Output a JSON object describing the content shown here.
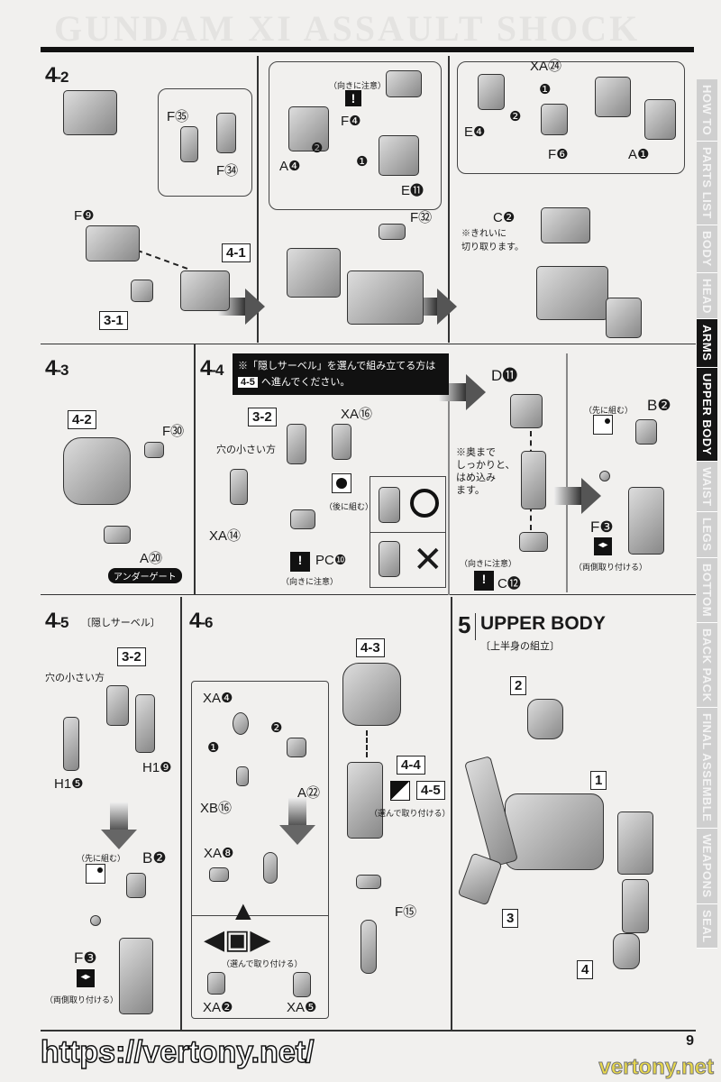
{
  "header_ghost": "GUNDAM XI ASSAULT SHOCK",
  "sidebar": {
    "tabs": [
      "HOW TO",
      "PARTS LIST",
      "BODY",
      "HEAD",
      "ARMS",
      "UPPER BODY",
      "WAIST",
      "LEGS",
      "BOTTOM",
      "BACK PACK",
      "FINAL ASSEMBLE",
      "WEAPONS",
      "SEAL"
    ],
    "active": [
      "ARMS",
      "UPPER BODY"
    ]
  },
  "page_number": "9",
  "watermark": "https://vertony.net/",
  "watermark_corner": "vertony.net",
  "s42": {
    "step": "4",
    "sub": "-2",
    "labels": {
      "f35": "F㉟",
      "f34": "F㉞",
      "f9": "F❾",
      "ref41": "4-1",
      "ref31": "3-1",
      "caution": "（向きに注意）",
      "f4": "F❹",
      "a4": "A❹",
      "e11": "E⓫",
      "f32": "F㉜",
      "xa24": "XA㉔",
      "e4": "E❹",
      "f6": "F❻",
      "a1": "A❶",
      "c2": "C❷",
      "c2note": "※きれいに\n切り取ります。",
      "n1": "❶",
      "n2": "❷"
    }
  },
  "s43": {
    "step": "4",
    "sub": "-3",
    "ref": "4-2",
    "f30": "F㉚",
    "a20": "A⑳",
    "undergate": "アンダーゲート"
  },
  "s44": {
    "step": "4",
    "sub": "-4",
    "notice_line1": "※「隠しサーベル」を選んで組み立てる方は",
    "notice_ref": "4-5",
    "notice_line2": "へ進んでください。",
    "ref32": "3-2",
    "small_hole": "穴の小さい方",
    "xa16": "XA⑯",
    "xa14": "XA⑭",
    "after": "（後に組む）",
    "pc10": "PC❿",
    "caution": "（向きに注意）",
    "d11": "D⓫",
    "push_note": "※奥まで\nしっかりと、\nはめ込み\nます。",
    "c12": "C⓬",
    "caution2": "（向きに注意）",
    "first": "（先に組む）",
    "b2": "B❷",
    "f3": "F❸",
    "both": "（両側取り付ける）"
  },
  "s45": {
    "step": "4",
    "sub": "-5",
    "title": "〔隠しサーベル〕",
    "ref32": "3-2",
    "small_hole": "穴の小さい方",
    "h19": "H1❾",
    "h15": "H1❺",
    "first": "（先に組む）",
    "b2": "B❷",
    "f3": "F❸",
    "both": "（両側取り付ける）"
  },
  "s46": {
    "step": "4",
    "sub": "-6",
    "xa4": "XA❹",
    "a22": "A㉒",
    "xb16": "XB⑯",
    "xa8": "XA❽",
    "choose": "（選んで取り付ける）",
    "xa2": "XA❷",
    "xa5": "XA❺",
    "ref43": "4-3",
    "ref44": "4-4",
    "ref45": "4-5",
    "choose2": "（選んで取り付ける）",
    "f15": "F⑮",
    "n1": "❶",
    "n2": "❷"
  },
  "s5": {
    "step": "5",
    "title": "UPPER BODY",
    "subtitle": "〔上半身の組立〕",
    "refs": [
      "1",
      "2",
      "3",
      "4"
    ]
  }
}
